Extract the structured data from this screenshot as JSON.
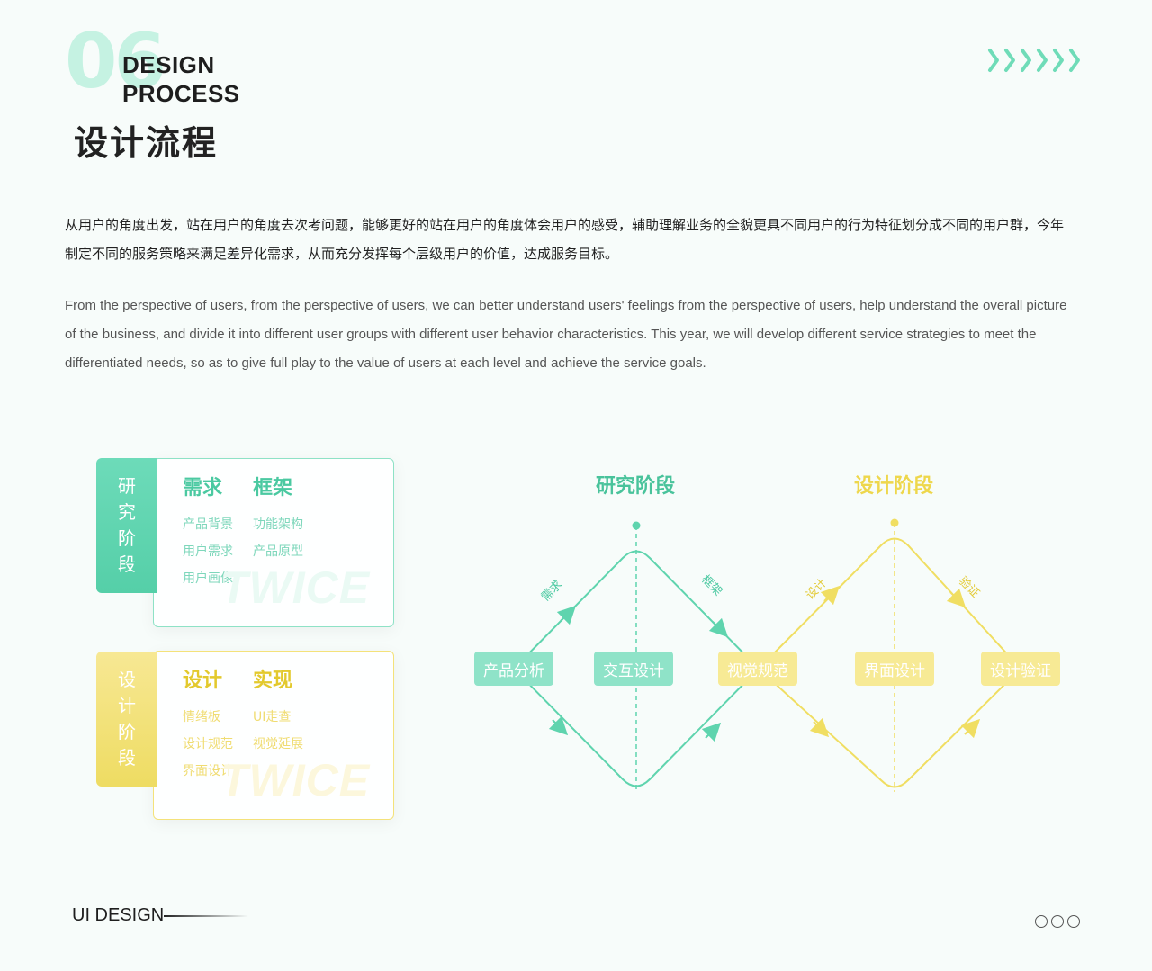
{
  "header": {
    "section_number": "06",
    "en_title_line1": "DESIGN",
    "en_title_line2": "PROCESS",
    "cn_title": "设计流程",
    "accent_color": "#5fd4ae",
    "arrow_icon": "chevron-right-icon",
    "arrow_count": 6
  },
  "intro": {
    "cn": "从用户的角度出发，站在用户的角度去次考问题，能够更好的站在用户的角度体会用户的感受，辅助理解业务的全貌更具不同用户的行为特征划分成不同的用户群，今年制定不同的服务策略来满足差异化需求，从而充分发挥每个层级用户的价值，达成服务目标。",
    "en": "From the perspective of users, from the perspective of users, we can better understand users' feelings from the perspective of users, help understand the overall picture of the business, and divide it into different user groups with different user behavior characteristics. This year, we will develop different service strategies to meet the differentiated needs, so as to give full play to the value of users at each level and achieve the service goals."
  },
  "stages": [
    {
      "tab": [
        "研",
        "究",
        "阶",
        "段"
      ],
      "col1_title": "需求",
      "col2_title": "框架",
      "col1_items": [
        "产品背景",
        "用户需求",
        "用户画像"
      ],
      "col2_items": [
        "功能架构",
        "产品原型"
      ],
      "watermark": "TWICE",
      "color": "#55cfa8"
    },
    {
      "tab": [
        "设",
        "计",
        "阶",
        "段"
      ],
      "col1_title": "设计",
      "col2_title": "实现",
      "col1_items": [
        "情绪板",
        "设计规范",
        "界面设计"
      ],
      "col2_items": [
        "UI走查",
        "视觉延展"
      ],
      "watermark": "TWICE",
      "color": "#eedc62"
    }
  ],
  "diagram": {
    "research_title": "研究阶段",
    "design_title": "设计阶段",
    "nodes": [
      "产品分析",
      "交互设计",
      "视觉规范",
      "界面设计",
      "设计验证"
    ],
    "edge_labels": [
      "需求",
      "框架",
      "设计",
      "验证"
    ],
    "research_color": "#5fd4ae",
    "design_color": "#f0de62"
  },
  "footer": {
    "title": "UI DESIGN",
    "page_dots": 3
  }
}
